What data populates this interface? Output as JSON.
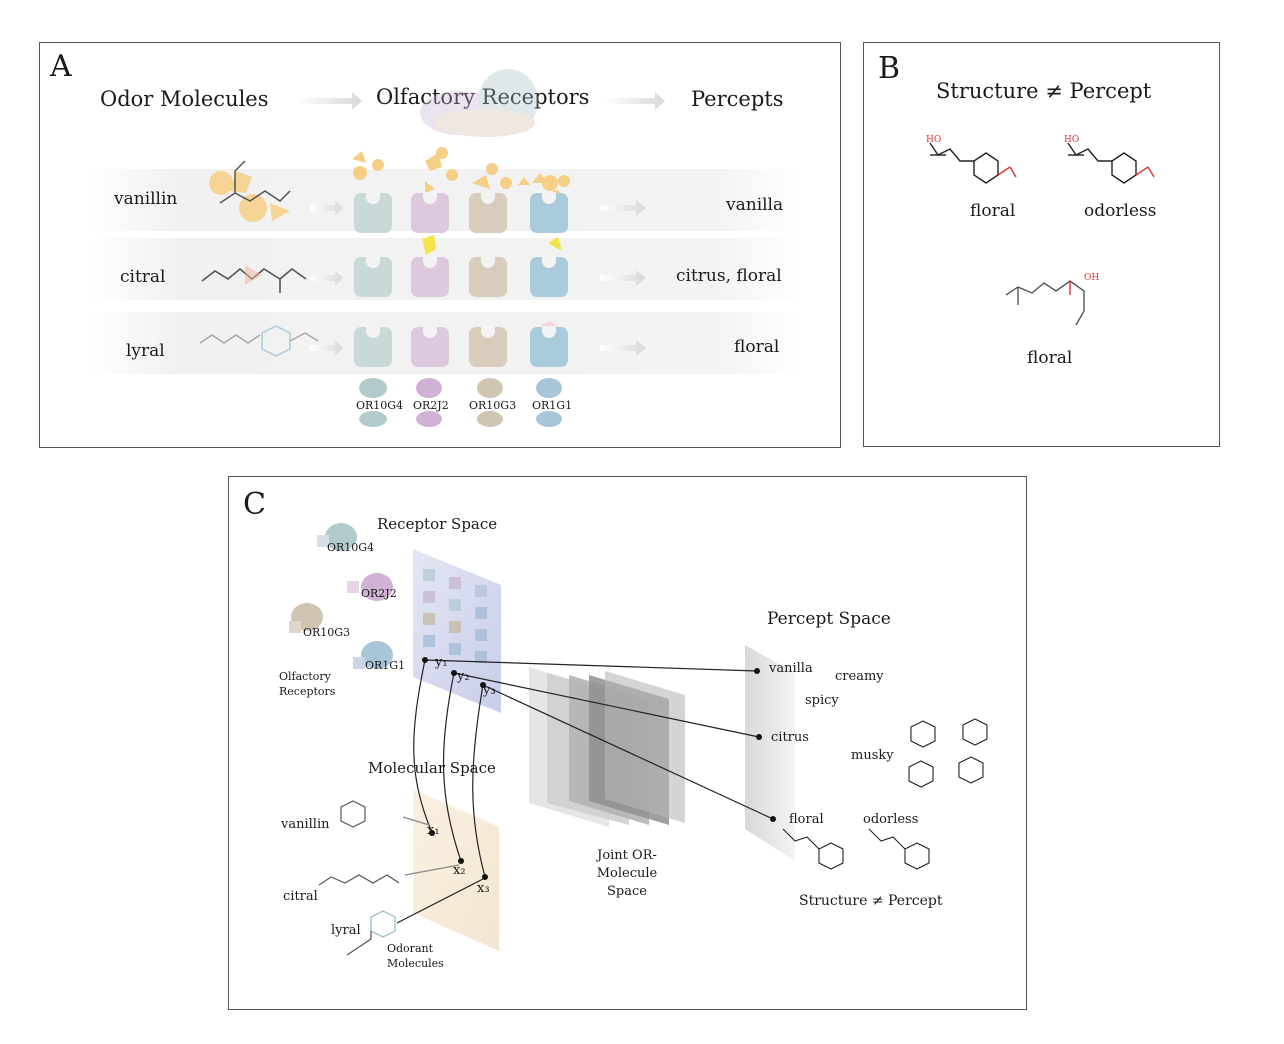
{
  "panelA": {
    "label": "A",
    "headers": {
      "molecules": "Odor Molecules",
      "receptors": "Olfactory Receptors",
      "percepts": "Percepts"
    },
    "rows": [
      {
        "molecule": "vanillin",
        "percept": "vanilla"
      },
      {
        "molecule": "citral",
        "percept": "citrus, floral"
      },
      {
        "molecule": "lyral",
        "percept": "floral"
      }
    ],
    "receptors": [
      "OR10G4",
      "OR2J2",
      "OR10G3",
      "OR1G1"
    ],
    "colors": {
      "OR10G4": "#c9d9d8",
      "OR2J2": "#ddc9de",
      "OR10G3": "#d8cdbd",
      "OR1G1": "#a9cbdc",
      "ligand": "#f6cf86",
      "bright_ligand": "#f5e34a"
    }
  },
  "panelB": {
    "label": "B",
    "title": "Structure ≠ Percept",
    "structures": [
      {
        "label": "floral",
        "oh": "HO"
      },
      {
        "label": "odorless",
        "oh": "HO"
      },
      {
        "label": "floral",
        "oh": "OH"
      }
    ]
  },
  "panelC": {
    "label": "C",
    "receptor_space": "Receptor Space",
    "receptors": [
      "OR10G4",
      "OR2J2",
      "OR10G3",
      "OR1G1"
    ],
    "olfactory_receptors": "Olfactory Receptors",
    "molecular_space": "Molecular Space",
    "molecules": [
      "vanillin",
      "citral",
      "lyral"
    ],
    "odorant_molecules": "Odorant Molecules",
    "joint_space": "Joint OR-Molecule Space",
    "percept_space": "Percept Space",
    "percepts": [
      "vanilla",
      "creamy",
      "spicy",
      "citrus",
      "musky",
      "floral",
      "odorless"
    ],
    "y_labels": [
      "y₁",
      "y₂",
      "y₃"
    ],
    "x_labels": [
      "x₁",
      "x₂",
      "x₃"
    ],
    "footer": "Structure ≠ Percept"
  }
}
